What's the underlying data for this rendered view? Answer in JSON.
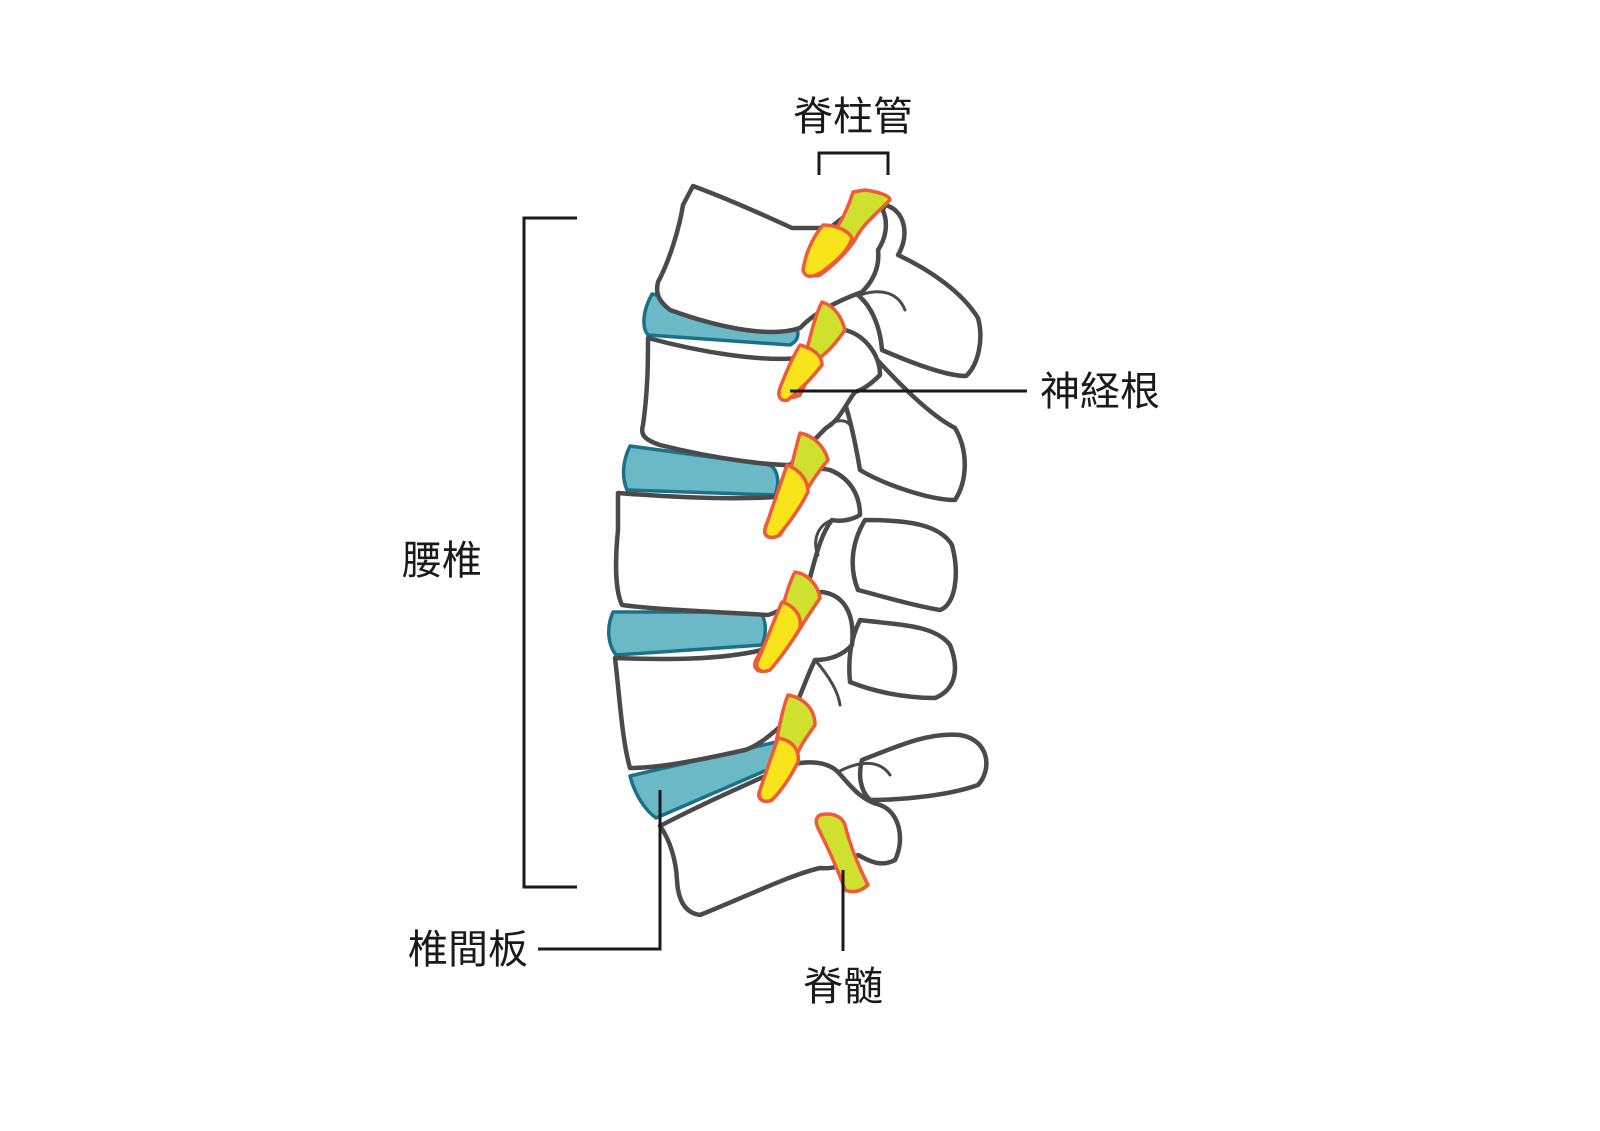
{
  "labels": {
    "spinal_canal": "脊柱管",
    "nerve_root": "神経根",
    "lumbar_spine": "腰椎",
    "intervertebral_disc": "椎間板",
    "spinal_cord": "脊髄"
  },
  "colors": {
    "disc": "#6bb8c6",
    "disc_outline": "#1b7288",
    "nerve_yellow": "#f7e41b",
    "nerve_green": "#cfe02e",
    "nerve_outline": "#ef5a3a",
    "bone_outline": "#4a4a4a"
  }
}
